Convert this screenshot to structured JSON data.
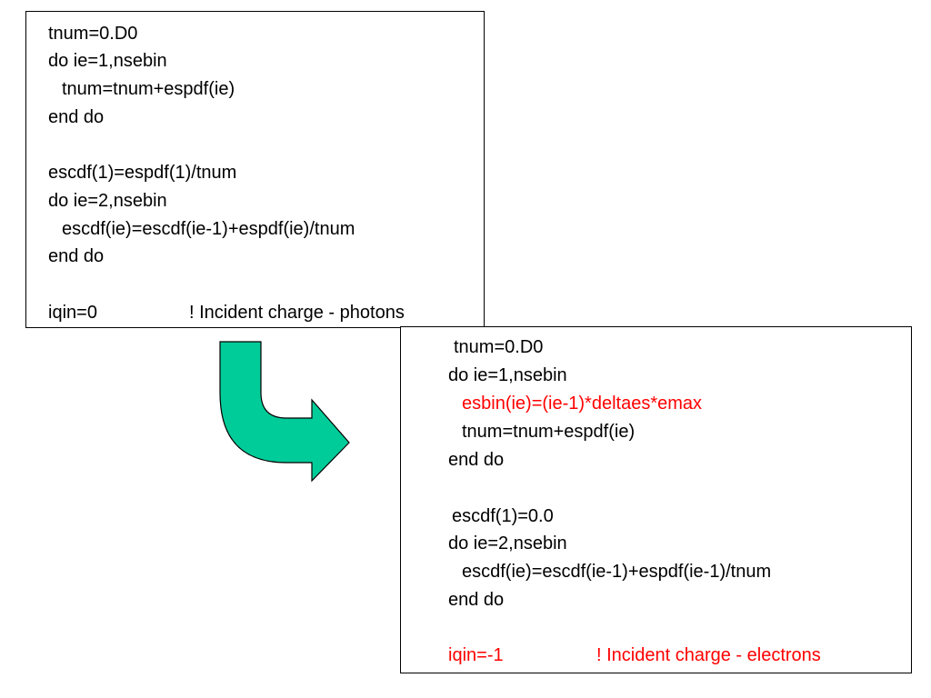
{
  "original": {
    "lines": [
      "tnum=0.D0",
      "do ie=1,nsebin",
      "tnum=tnum+espdf(ie)",
      "end do",
      "escdf(1)=espdf(1)/tnum",
      "do ie=2,nsebin",
      "escdf(ie)=escdf(ie-1)+espdf(ie)/tnum",
      "end do"
    ],
    "iqin": {
      "code": "iqin=0",
      "comment": "! Incident charge - photons"
    }
  },
  "modified": {
    "lines": [
      "tnum=0.D0",
      "do ie=1,nsebin",
      "esbin(ie)=(ie-1)*deltaes*emax",
      "tnum=tnum+espdf(ie)",
      "end do",
      "escdf(1)=0.0",
      "do ie=2,nsebin",
      "escdf(ie)=escdf(ie-1)+espdf(ie-1)/tnum",
      "end do"
    ],
    "iqin": {
      "code": "iqin=-1",
      "comment": "! Incident charge - electrons"
    }
  },
  "colors": {
    "highlight": "#ff0000",
    "arrow_fill": "#00cc99",
    "text": "#000000"
  },
  "icons": {
    "arrow": "curved-down-right-arrow"
  }
}
